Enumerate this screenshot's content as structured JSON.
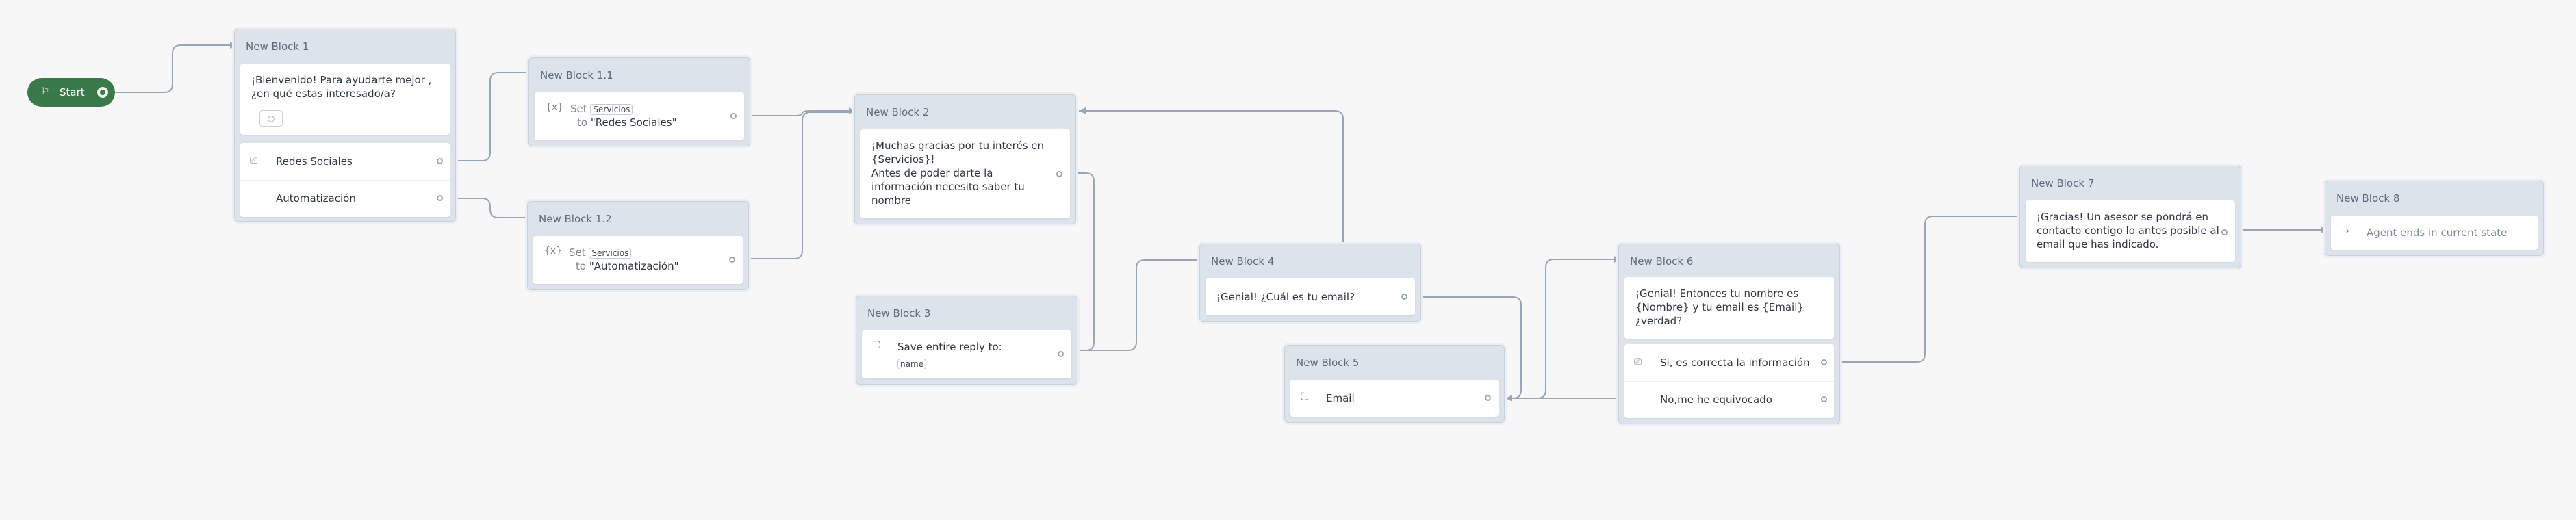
{
  "start": {
    "label": "Start"
  },
  "blocks": {
    "b1": {
      "title": "New Block 1",
      "message": "¡Bienvenido! Para ayudarte mejor , ¿en qué estas interesado/a?",
      "option1": "Redes Sociales",
      "option2": "Automatización"
    },
    "b11": {
      "title": "New Block 1.1",
      "set": "Set",
      "var": "Servicios",
      "to": "to",
      "value": "\"Redes Sociales\""
    },
    "b12": {
      "title": "New Block 1.2",
      "set": "Set",
      "var": "Servicios",
      "to": "to",
      "value": "\"Automatización\""
    },
    "b2": {
      "title": "New Block 2",
      "line1": "¡Muchas gracias por tu interés en",
      "line2": "{Servicios}!",
      "line3": "Antes de poder darte la",
      "line4": "información necesito saber tu",
      "line5": "nombre"
    },
    "b3": {
      "title": "New Block 3",
      "text": "Save entire reply to:",
      "var": "name"
    },
    "b4": {
      "title": "New Block 4",
      "text": "¡Genial! ¿Cuál es tu email?"
    },
    "b5": {
      "title": "New Block 5",
      "text": "Email"
    },
    "b6": {
      "title": "New Block 6",
      "line1": "¡Genial! Entonces tu nombre es",
      "line2": "{Nombre} y tu email es {Email}",
      "line3": "¿verdad?",
      "option1": "Si, es correcta la información",
      "option2": "No,me he equivocado"
    },
    "b7": {
      "title": "New Block 7",
      "line1": "¡Gracias! Un asesor se pondrá en",
      "line2": "contacto contigo lo antes posible al",
      "line3": "email que has indicado."
    },
    "b8": {
      "title": "New Block 8",
      "text": "Agent ends in current state"
    }
  },
  "colors": {
    "start": "#3a7a4a",
    "canvas": "#f7f7f7",
    "block": "#dde3ea",
    "wire": "#9aa6b4"
  },
  "icons": {
    "start": "flag-icon",
    "choice": "choice-icon",
    "set_variable": "set-variable-icon",
    "capture": "capture-icon",
    "end": "end-icon",
    "image": "image-placeholder-icon"
  }
}
